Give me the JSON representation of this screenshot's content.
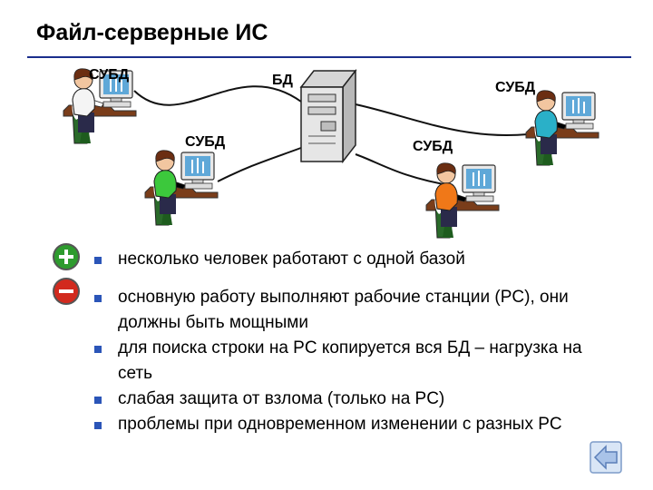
{
  "slide": {
    "title": "Файл-серверные ИС"
  },
  "diagram": {
    "server_label": "БД",
    "client_labels": [
      "СУБД",
      "СУБД",
      "СУБД",
      "СУБД"
    ],
    "icons": [
      "workstation-user-icon",
      "file-server-icon",
      "network-cable"
    ]
  },
  "badges": {
    "plus": "plus-icon",
    "minus": "minus-icon"
  },
  "bullets": [
    "несколько человек работают с одной базой",
    "основную работу выполняют рабочие станции (PC), они должны быть мощными",
    "для поиска строки на PC копируется вся БД – нагрузка на сеть",
    "слабая защита от взлома (только на PC)",
    "проблемы при одновременном изменении с разных PC"
  ],
  "colors": {
    "rule": "#1a2e8c",
    "bullet": "#2b55b8",
    "plus": "#2e9b2e",
    "minus": "#d22a1e",
    "nav": "#a9c3e8"
  },
  "nav": {
    "back": "back-arrow-icon"
  }
}
